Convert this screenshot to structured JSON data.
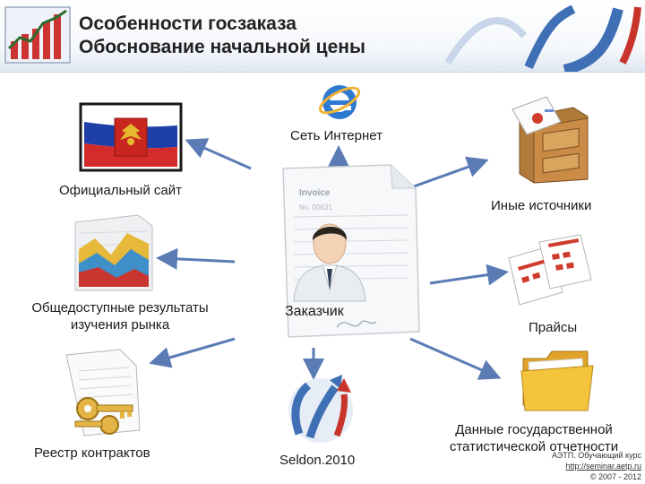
{
  "header": {
    "line1": "Особенности госзаказа",
    "line2": "Обоснование начальной цены"
  },
  "center": {
    "label": "Заказчик",
    "document_title": "Invoice",
    "document_number": "No. 00631"
  },
  "nodes": {
    "internet": {
      "label": "Сеть Интернет",
      "icon": "internet-explorer-icon"
    },
    "official_site": {
      "label": "Официальный сайт",
      "icon": "russian-flag-emblem"
    },
    "other_sources": {
      "label": "Иные источники",
      "icon": "file-cabinet-icon"
    },
    "market_research": {
      "label": "Общедоступные результаты изучения рынка",
      "label_line1": "Общедоступные результаты",
      "label_line2": "изучения рынка",
      "icon": "area-chart-icon"
    },
    "price_lists": {
      "label": "Прайсы",
      "icon": "price-documents-icon"
    },
    "contract_registry": {
      "label": "Реестр контрактов",
      "icon": "document-keys-icon"
    },
    "seldon": {
      "label": "Seldon.2010",
      "icon": "seldon-logo"
    },
    "state_statistics": {
      "label": "Данные государственной статистической отчетности",
      "label_line1": "Данные государственной",
      "label_line2": "статистической отчетности",
      "icon": "yellow-folder-icon"
    }
  },
  "footer": {
    "line1": "АЭТП. Обучающий курс",
    "line2": "http://seminar.aetp.ru",
    "line3": "© 2007 - 2012"
  },
  "colors": {
    "arrow": "#5b7bb5",
    "header_bottom": "#dfe7f1",
    "brand_blue": "#3f6fb5",
    "brand_red": "#c8342c"
  }
}
